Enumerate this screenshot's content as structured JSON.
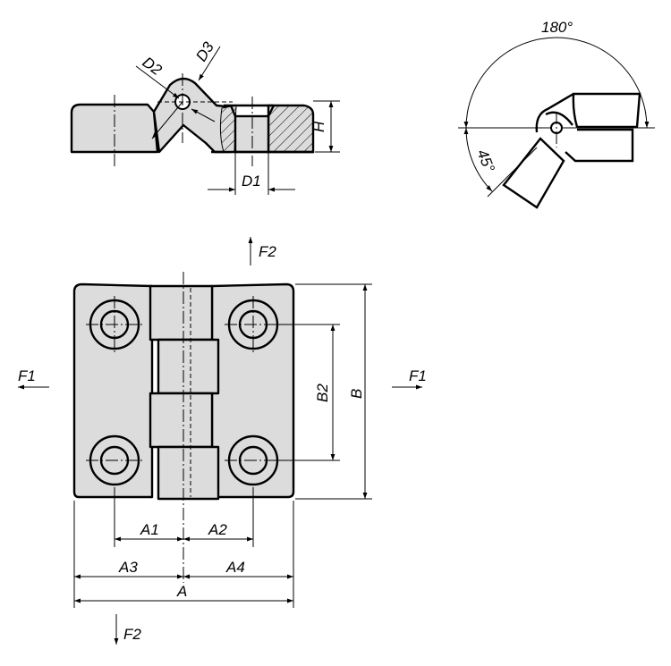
{
  "labels": {
    "d1": "D1",
    "d2": "D2",
    "d3": "D3",
    "h": "H",
    "angle_full": "180°",
    "angle_lower": "45°",
    "f1_left": "F1",
    "f1_right": "F1",
    "f2_top": "F2",
    "f2_bottom": "F2",
    "a": "A",
    "a1": "A1",
    "a2": "A2",
    "a3": "A3",
    "a4": "A4",
    "b": "B",
    "b2": "B2"
  },
  "colors": {
    "part_fill": "#dcdcdc",
    "line": "#000000"
  }
}
